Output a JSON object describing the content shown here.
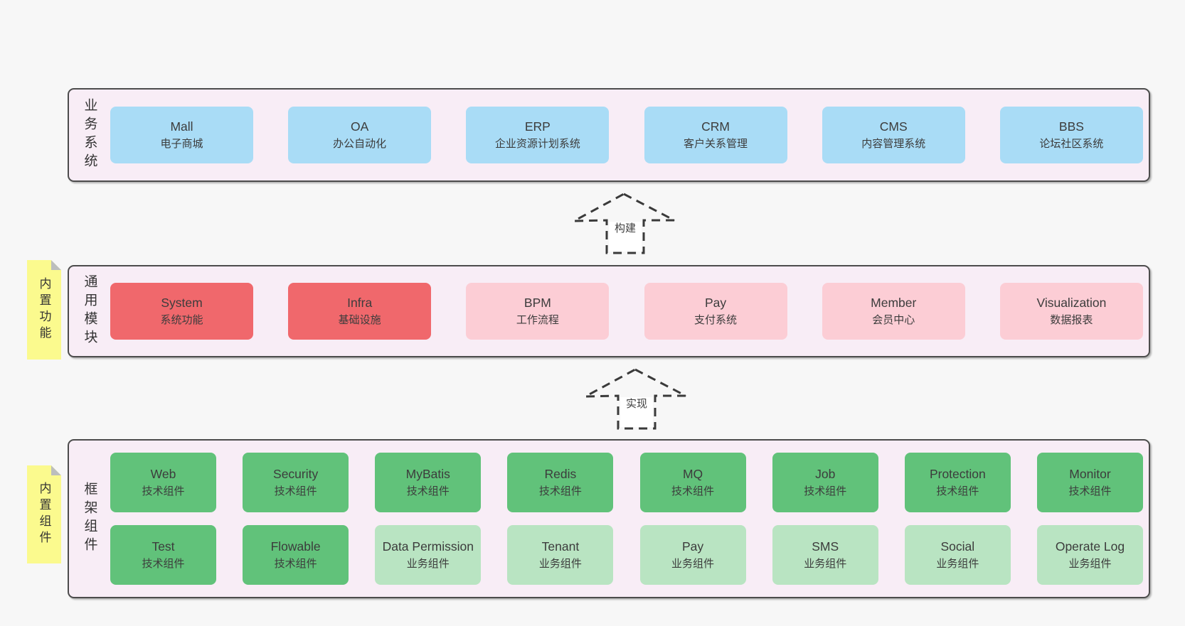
{
  "colors": {
    "page_bg": "#f7f7f7",
    "panel_bg": "#f8edf6",
    "panel_border": "#4c4c4c",
    "blue_box": "#a9dcf6",
    "red_box": "#f0686c",
    "pink_box": "#fccdd5",
    "green_box": "#61c27a",
    "light_green_box": "#b9e4c2",
    "sticky_yellow": "#fbfa8e",
    "sticky_fold_gray": "#bcbebe",
    "text": "#3c3c3c"
  },
  "sections": {
    "business": {
      "label": "业务系统",
      "boxes": [
        {
          "en": "Mall",
          "zh": "电子商城"
        },
        {
          "en": "OA",
          "zh": "办公自动化"
        },
        {
          "en": "ERP",
          "zh": "企业资源计划系统"
        },
        {
          "en": "CRM",
          "zh": "客户关系管理"
        },
        {
          "en": "CMS",
          "zh": "内容管理系统"
        },
        {
          "en": "BBS",
          "zh": "论坛社区系统"
        }
      ]
    },
    "build_arrow": {
      "label": "构建"
    },
    "modules": {
      "label": "通用模块",
      "sticky": "内置功能",
      "boxes": [
        {
          "en": "System",
          "zh": "系统功能"
        },
        {
          "en": "Infra",
          "zh": "基础设施"
        },
        {
          "en": "BPM",
          "zh": "工作流程"
        },
        {
          "en": "Pay",
          "zh": "支付系统"
        },
        {
          "en": "Member",
          "zh": "会员中心"
        },
        {
          "en": "Visualization",
          "zh": "数据报表"
        }
      ]
    },
    "implement_arrow": {
      "label": "实现"
    },
    "framework": {
      "label": "框架组件",
      "sticky": "内置组件",
      "row1": [
        {
          "en": "Web",
          "zh": "技术组件"
        },
        {
          "en": "Security",
          "zh": "技术组件"
        },
        {
          "en": "MyBatis",
          "zh": "技术组件"
        },
        {
          "en": "Redis",
          "zh": "技术组件"
        },
        {
          "en": "MQ",
          "zh": "技术组件"
        },
        {
          "en": "Job",
          "zh": "技术组件"
        },
        {
          "en": "Protection",
          "zh": "技术组件"
        },
        {
          "en": "Monitor",
          "zh": "技术组件"
        }
      ],
      "row2": [
        {
          "en": "Test",
          "zh": "技术组件"
        },
        {
          "en": "Flowable",
          "zh": "技术组件"
        },
        {
          "en": "Data Permission",
          "zh": "业务组件"
        },
        {
          "en": "Tenant",
          "zh": "业务组件"
        },
        {
          "en": "Pay",
          "zh": "业务组件"
        },
        {
          "en": "SMS",
          "zh": "业务组件"
        },
        {
          "en": "Social",
          "zh": "业务组件"
        },
        {
          "en": "Operate Log",
          "zh": "业务组件"
        }
      ]
    }
  }
}
